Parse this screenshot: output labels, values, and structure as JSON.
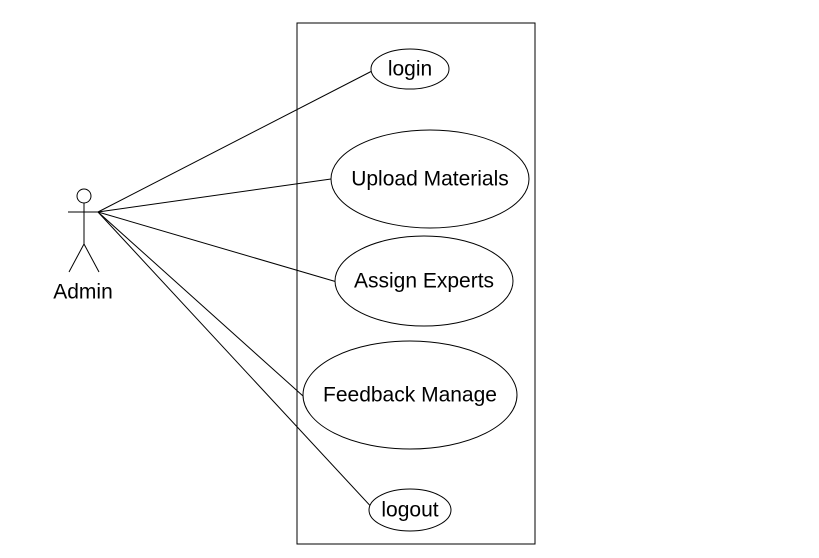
{
  "actor": {
    "name": "Admin"
  },
  "use_cases": [
    {
      "label": "login"
    },
    {
      "label": "Upload Materials"
    },
    {
      "label": "Assign Experts"
    },
    {
      "label": "Feedback Manage"
    },
    {
      "label": "logout"
    }
  ]
}
